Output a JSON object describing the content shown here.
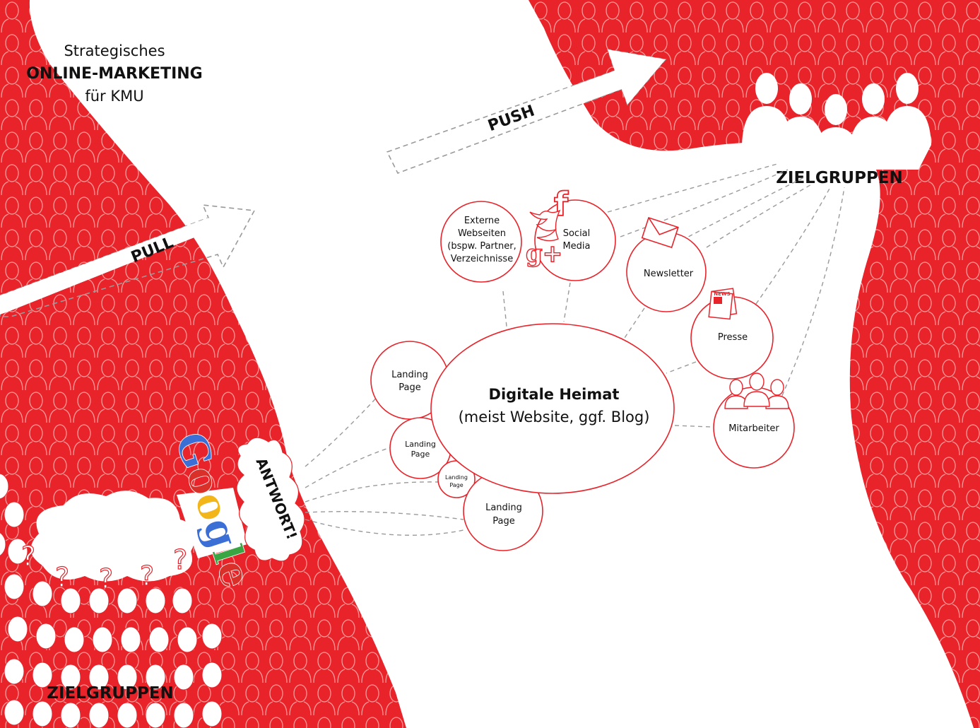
{
  "title": {
    "line1": "Strategisches",
    "line2": "ONLINE-MARKETING",
    "line3": "für KMU"
  },
  "arrows": {
    "pull": "PULL",
    "push": "PUSH"
  },
  "targets": {
    "top": "ZIELGRUPPEN",
    "bottom": "ZIELGRUPPEN"
  },
  "answer": "ANTWORT!",
  "google_logo": {
    "text": "Google",
    "letter_colors": [
      "#3b6fd6",
      "#d9302a",
      "#f2b51a",
      "#3b6fd6",
      "#3aa543",
      "#d9302a"
    ]
  },
  "question_mark": "?",
  "center": {
    "title": "Digitale Heimat",
    "subtitle": "(meist Website, ggf. Blog)"
  },
  "nodes": {
    "externe": [
      "Externe",
      "Webseiten",
      "(bspw. Partner,",
      "Verzeichnisse"
    ],
    "social": [
      "Social",
      "Media"
    ],
    "newsletter": "Newsletter",
    "presse": "Presse",
    "mitarbeiter": "Mitarbeiter",
    "landing1": [
      "Landing",
      "Page"
    ],
    "landing2": [
      "Landing",
      "Page"
    ],
    "landing3": [
      "Landing",
      "Page"
    ],
    "landing4": [
      "Landing",
      "Page"
    ]
  },
  "icons": {
    "facebook": "f",
    "googleplus": "g+",
    "presse_badge": "NEWS"
  },
  "colors": {
    "red": "#e8232a",
    "pattern_line": "#ff9a9a",
    "circle_stroke": "#e8232a",
    "dash": "#9a9a9a"
  }
}
